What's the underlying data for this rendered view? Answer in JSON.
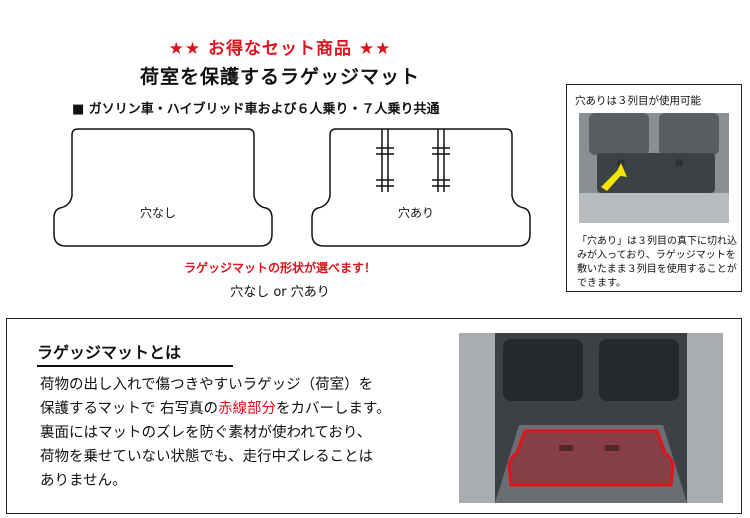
{
  "header": {
    "promo": "★★ お得なセット商品 ★★",
    "title": "荷室を保護するラゲッジマット",
    "spec": "■ ガソリン車・ハイブリッド車および６人乗り・７人乗り共通"
  },
  "mats": {
    "no_hole_label": "穴なし",
    "hole_label": "穴あり"
  },
  "choose": {
    "headline": "ラゲッジマットの形状が選べます！",
    "options": "穴なし or 穴あり"
  },
  "side": {
    "caption": "穴ありは３列目が使用可能",
    "description": "「穴あり」は３列目の真下に切れ込みが入っており、ラゲッジマットを敷いたまま３列目を使用することができます。"
  },
  "info": {
    "title": "ラゲッジマットとは",
    "line1": "荷物の出し入れで傷つきやすいラゲッジ（荷室）を",
    "line2_a": "保護するマットで 右写真の",
    "line2_red": "赤線部分",
    "line2_b": "をカバーします。",
    "line3": "裏面にはマットのズレを防ぐ素材が使われており、",
    "line4": "荷物を乗せていない状態でも、走行中ズレることは",
    "line5": "ありません。"
  },
  "colors": {
    "accent": "#e0121b",
    "arrow": "#f5e400"
  }
}
